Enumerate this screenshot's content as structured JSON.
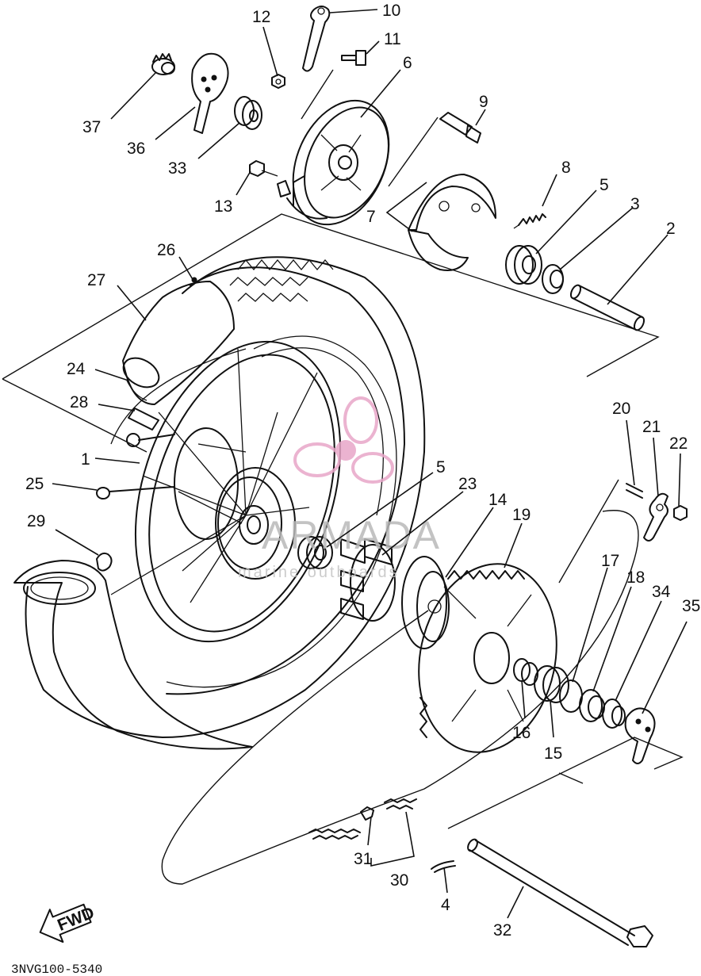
{
  "diagram_code": "3NVG100-5340",
  "fwd_label": "FWD",
  "watermark": {
    "brand": "ARMADA",
    "tagline": "marine outboards",
    "color": "#e8a6c8"
  },
  "callouts": [
    {
      "key": "10",
      "text": "10"
    },
    {
      "key": "12",
      "text": "12"
    },
    {
      "key": "11",
      "text": "11"
    },
    {
      "key": "6",
      "text": "6"
    },
    {
      "key": "37",
      "text": "37"
    },
    {
      "key": "36",
      "text": "36"
    },
    {
      "key": "33",
      "text": "33"
    },
    {
      "key": "13",
      "text": "13"
    },
    {
      "key": "9",
      "text": "9"
    },
    {
      "key": "8",
      "text": "8"
    },
    {
      "key": "7",
      "text": "7"
    },
    {
      "key": "5a",
      "text": "5"
    },
    {
      "key": "3",
      "text": "3"
    },
    {
      "key": "2",
      "text": "2"
    },
    {
      "key": "26",
      "text": "26"
    },
    {
      "key": "27",
      "text": "27"
    },
    {
      "key": "24",
      "text": "24"
    },
    {
      "key": "28",
      "text": "28"
    },
    {
      "key": "1",
      "text": "1"
    },
    {
      "key": "25",
      "text": "25"
    },
    {
      "key": "29",
      "text": "29"
    },
    {
      "key": "5b",
      "text": "5"
    },
    {
      "key": "23",
      "text": "23"
    },
    {
      "key": "14",
      "text": "14"
    },
    {
      "key": "19",
      "text": "19"
    },
    {
      "key": "20",
      "text": "20"
    },
    {
      "key": "21",
      "text": "21"
    },
    {
      "key": "22",
      "text": "22"
    },
    {
      "key": "17",
      "text": "17"
    },
    {
      "key": "18",
      "text": "18"
    },
    {
      "key": "34",
      "text": "34"
    },
    {
      "key": "35",
      "text": "35"
    },
    {
      "key": "16",
      "text": "16"
    },
    {
      "key": "15",
      "text": "15"
    },
    {
      "key": "31",
      "text": "31"
    },
    {
      "key": "30",
      "text": "30"
    },
    {
      "key": "4",
      "text": "4"
    },
    {
      "key": "32",
      "text": "32"
    }
  ]
}
